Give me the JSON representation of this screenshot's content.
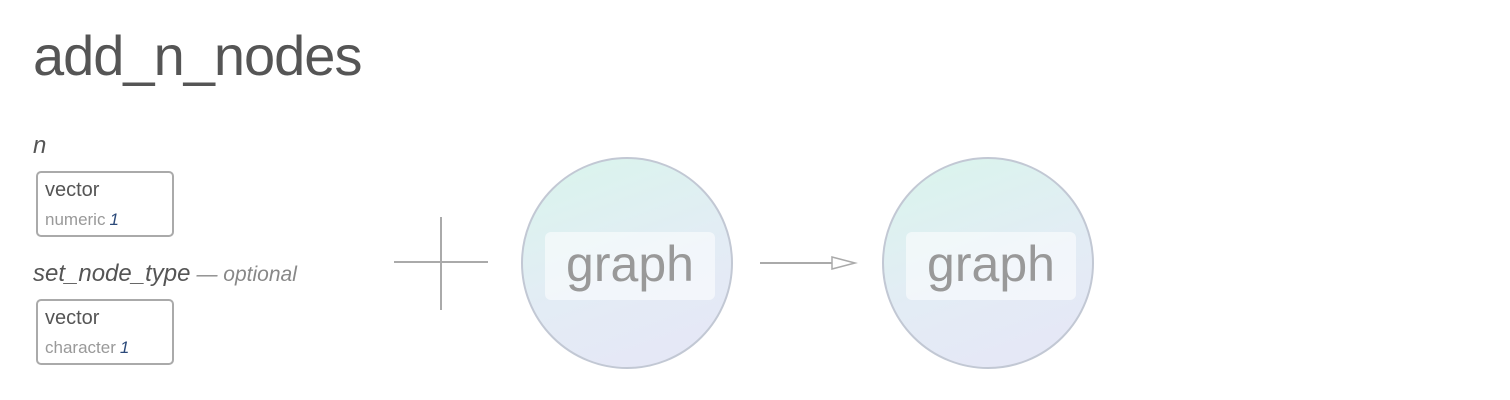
{
  "title": "add_n_nodes",
  "inputs": [
    {
      "name": "n",
      "optional_label": "",
      "type": "vector",
      "subtype": "numeric",
      "length": "1"
    },
    {
      "name": "set_node_type",
      "optional_label": "— optional",
      "type": "vector",
      "subtype": "character",
      "length": "1"
    }
  ],
  "input_object": {
    "label": "graph"
  },
  "output_object": {
    "label": "graph"
  },
  "colors": {
    "text": "#555555",
    "muted": "#999999",
    "accent_number": "#2c4a7a",
    "border": "#aaaaaa",
    "circle_border": "#c2c8d4"
  }
}
